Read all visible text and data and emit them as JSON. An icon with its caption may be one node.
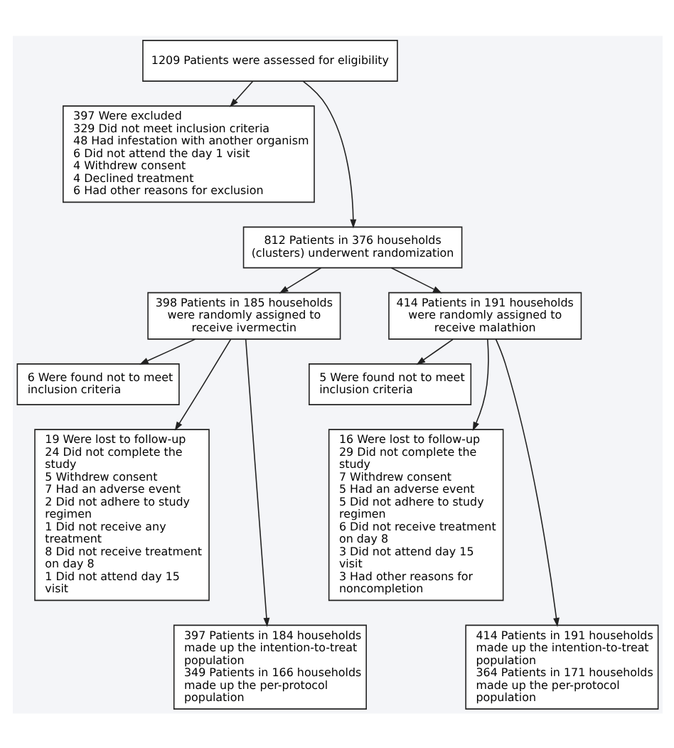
{
  "diagram": {
    "nodes": [
      {
        "text": [
          "1209 Patients were assessed for eligibility"
        ]
      },
      {
        "text": [
          "397 Were excluded",
          "329 Did not meet inclusion criteria",
          "48 Had infestation with another organism",
          "6 Did not attend the day 1 visit",
          "4 Withdrew consent",
          "4 Declined treatment",
          "6 Had other reasons for exclusion"
        ]
      },
      {
        "text": [
          "812 Patients in 376 households (clusters) underwent randomization"
        ]
      },
      {
        "text": [
          "398 Patients in 185 households were randomly assigned to receive ivermectin"
        ]
      },
      {
        "text": [
          "414 Patients in 191 households were randomly assigned to receive malathion"
        ]
      },
      {
        "text": [
          "6 Were found not to meet inclusion criteria"
        ]
      },
      {
        "text": [
          "19 Were lost to follow-up",
          "24 Did not complete the study",
          "5 Withdrew consent",
          "7 Had an adverse event",
          "2 Did not adhere to study regimen",
          "1 Did not receive any treatment",
          "8 Did not receive treatment on day 8",
          "1 Did not attend day 15 visit"
        ]
      },
      {
        "text": [
          "5 Were found not to meet inclusion criteria"
        ]
      },
      {
        "text": [
          "16 Were lost to follow-up",
          "29 Did not complete the study",
          "7 Withdrew consent",
          "5 Had an adverse event",
          "5 Did not adhere to study regimen",
          "6 Did not receive treatment on day 8",
          "3 Did not attend day 15 visit",
          "3 Had other reasons for noncompletion"
        ]
      },
      {
        "text": [
          "397 Patients in 184 households made up the intention-to-treat population",
          "349 Patients in 166 households made up the per-protocol population"
        ]
      },
      {
        "text": [
          "414 Patients in 191 households made up the intention-to-treat population",
          "364 Patients in 171 households made up the per-protocol population"
        ]
      }
    ],
    "edges": [
      {
        "from": 0,
        "to": 1,
        "arrow": "to"
      },
      {
        "from": 0,
        "to": 2,
        "arrow": "to"
      },
      {
        "from": 2,
        "to": 3,
        "arrow": "to"
      },
      {
        "from": 2,
        "to": 4,
        "arrow": "to"
      },
      {
        "from": 3,
        "to": 5,
        "arrow": "to"
      },
      {
        "from": 3,
        "to": 6,
        "arrow": "to"
      },
      {
        "from": 3,
        "to": 9,
        "arrow": "to"
      },
      {
        "from": 4,
        "to": 7,
        "arrow": "to"
      },
      {
        "from": 4,
        "to": 8,
        "arrow": "to"
      },
      {
        "from": 4,
        "to": 10,
        "arrow": "to"
      }
    ]
  }
}
